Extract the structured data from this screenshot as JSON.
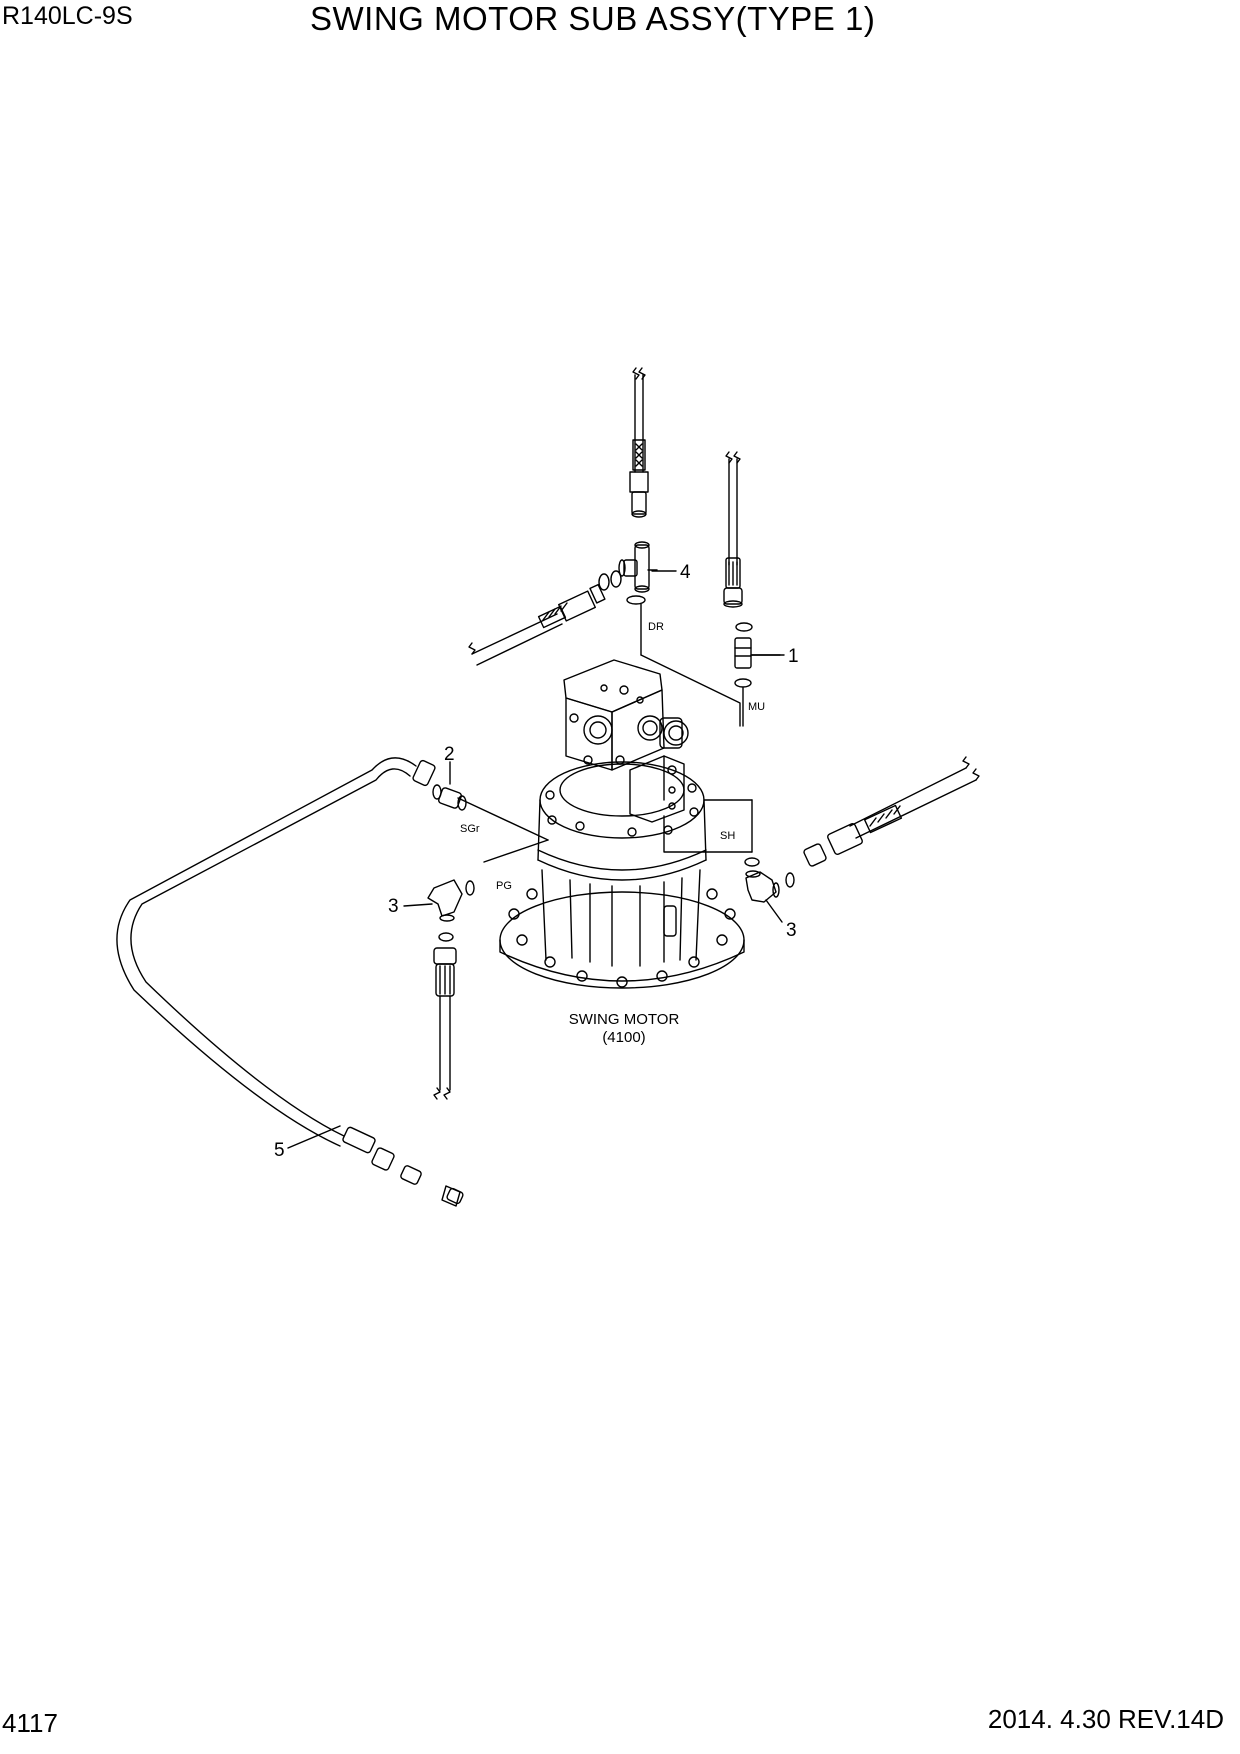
{
  "header": {
    "model": "R140LC-9S",
    "title": "SWING MOTOR SUB ASSY(TYPE 1)"
  },
  "footer": {
    "page_number": "4117",
    "revision": "2014. 4.30  REV.14D"
  },
  "callouts": [
    "1",
    "2",
    "3",
    "3",
    "4",
    "5"
  ],
  "ports": [
    "DR",
    "MU",
    "SGr",
    "SH",
    "PG"
  ],
  "motor": {
    "name": "SWING MOTOR",
    "code": "(4100)"
  }
}
